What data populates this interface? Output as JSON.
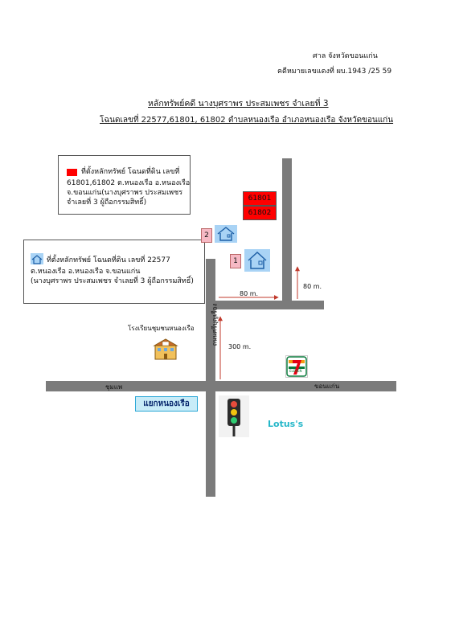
{
  "header": {
    "court_line": "ศาล   จังหวัดขอนแก่น",
    "case_line": "คดีหมายเลขแดงที่   ผบ.1943 /25 59",
    "title1": "หลักทรัพย์คดี นางบุศราพร  ประสมเพชร  จำเลยที่ 3",
    "title2": "โฉนดเลขที่ 22577,61801, 61802  ตำบลหนองเรือ อำเภอหนองเรือ จังหวัดขอนแก่น"
  },
  "legend_red": {
    "lines": [
      "ที่ตั้งหลักทรัพย์ โฉนดที่ดิน  เลขที่",
      "61801,61802 ต.หนองเรือ  อ.หนองเรือ",
      "จ.ขอนแก่น(นางบุศราพร ประสมเพชร",
      "จำเลยที่ 3 ผู้ถือกรรมสิทธิ์)"
    ],
    "color": "#ff0000"
  },
  "legend_blue": {
    "lines": [
      "ที่ตั้งหลักทรัพย์  โฉนดที่ดิน  เลขที่  22577",
      "ต.หนองเรือ อ.หนองเรือ จ.ขอนแก่น",
      "(นางบุศราพร  ประสมเพชร จำเลยที่ 3  ผู้ถือกรรมสิทธิ์)"
    ],
    "color": "#a9d3f5"
  },
  "map": {
    "plot_61801": "61801",
    "plot_61802": "61802",
    "marker_1": "1",
    "marker_2": "2",
    "dist_80_horizontal": "80 m.",
    "dist_80_vertical": "80 m.",
    "dist_300": "300 m.",
    "school_label": "โรงเรียนชุมชนหนองเรือ",
    "road_vertical_label": "ถนนศรีบุญเรือง",
    "left_direction": "ชุมแพ",
    "right_direction": "ขอนแก่น",
    "intersection_label": "แยกหนองเรือ",
    "seven_eleven_label": "ELEVEN",
    "lotus_label": "Lotus's",
    "accent_lotus": "#25b7c9",
    "icons": [
      "house-icon",
      "school-icon",
      "seven-eleven-logo",
      "traffic-light-icon",
      "lotus-logo"
    ]
  }
}
